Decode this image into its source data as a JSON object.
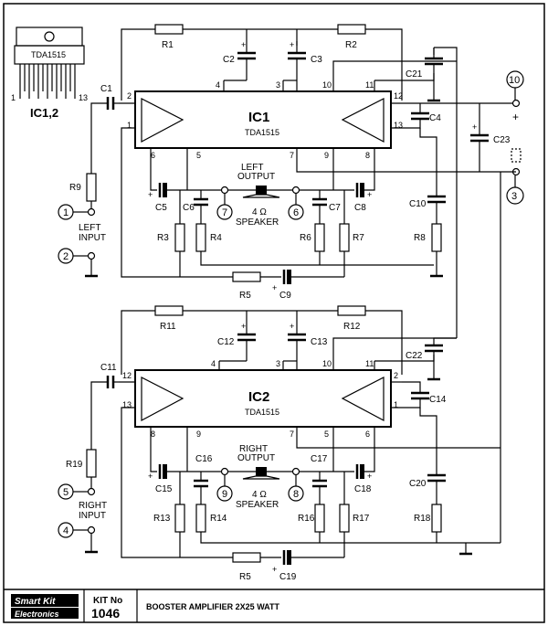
{
  "package": {
    "name": "TDA1515",
    "pin_first": "1",
    "pin_last": "13",
    "label": "IC1,2"
  },
  "ic1": {
    "title": "IC1",
    "part": "TDA1515",
    "pins": {
      "in": "2",
      "fb": "1",
      "p6": "6",
      "p5": "5",
      "p7": "7",
      "p9": "9",
      "p8": "8",
      "p4": "4",
      "p3": "3",
      "p10": "10",
      "p11": "11",
      "p12": "12",
      "p13": "13"
    },
    "components": {
      "R1": "R1",
      "R2": "R2",
      "C2": "C2",
      "C3": "C3",
      "C21": "C21",
      "C1": "C1",
      "C4": "C4",
      "R9": "R9",
      "C5": "C5",
      "C6": "C6",
      "C7": "C7",
      "C8": "C8",
      "R3": "R3",
      "R4": "R4",
      "R6": "R6",
      "R7": "R7",
      "R8": "R8",
      "C10": "C10",
      "R5": "R5",
      "C9": "C9"
    },
    "output_label_1": "LEFT",
    "output_label_2": "OUTPUT",
    "speaker_1": "4 Ω",
    "speaker_2": "SPEAKER",
    "input_label_1": "LEFT",
    "input_label_2": "INPUT",
    "terminals": {
      "in_hot": "1",
      "in_gnd": "2",
      "out_a": "7",
      "out_b": "6"
    }
  },
  "ic2": {
    "title": "IC2",
    "part": "TDA1515",
    "pins": {
      "in": "12",
      "fb": "13",
      "p8": "8",
      "p9": "9",
      "p7": "7",
      "p5": "5",
      "p6": "6",
      "p4": "4",
      "p3": "3",
      "p10": "10",
      "p11": "11",
      "p2": "2",
      "p1": "1"
    },
    "components": {
      "R11": "R11",
      "R12": "R12",
      "C12": "C12",
      "C13": "C13",
      "C22": "C22",
      "C11": "C11",
      "C14": "C14",
      "R19": "R19",
      "C15": "C15",
      "C16": "C16",
      "C17": "C17",
      "C18": "C18",
      "R13": "R13",
      "R14": "R14",
      "R16": "R16",
      "R17": "R17",
      "R18": "R18",
      "C20": "C20",
      "R5": "R5",
      "C19": "C19"
    },
    "output_label_1": "RIGHT",
    "output_label_2": "OUTPUT",
    "speaker_1": "4 Ω",
    "speaker_2": "SPEAKER",
    "input_label_1": "RIGHT",
    "input_label_2": "INPUT",
    "terminals": {
      "in_hot": "5",
      "in_gnd": "4",
      "out_a": "9",
      "out_b": "8"
    }
  },
  "supply": {
    "c23": "C23",
    "plus_term": "10",
    "gnd_term": "3",
    "plus_sign": "+"
  },
  "title_block": {
    "brand_1": "Smart Kit",
    "brand_2": "Electronics",
    "kit_label": "KIT No",
    "kit_no": "1046",
    "title": "BOOSTER AMPLIFIER 2X25 WATT"
  }
}
